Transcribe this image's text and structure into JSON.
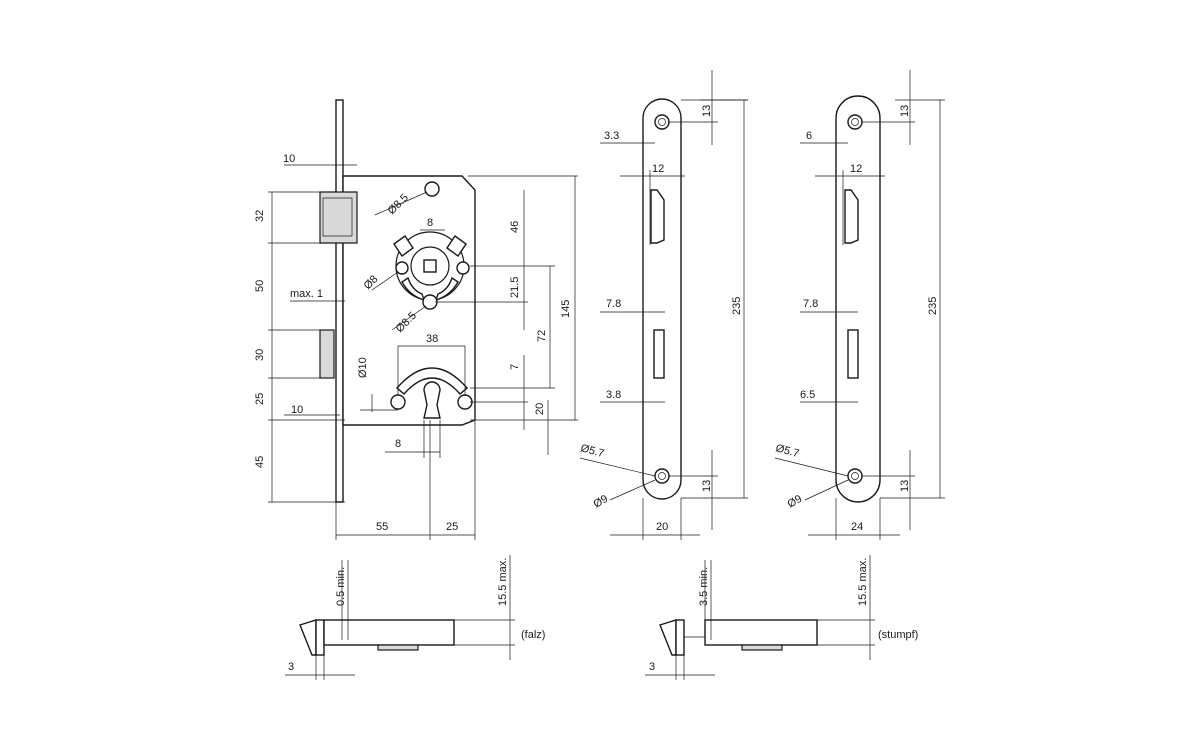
{
  "colors": {
    "stroke": "#1a1a1a",
    "background": "#ffffff",
    "shade": "#d9d9d9"
  },
  "front_view": {
    "dims": {
      "latch_offset": "10",
      "latch_height": "32",
      "upper_gap": "50",
      "deadbolt_height": "30",
      "lower_gap": "25",
      "bolt_offset": "10",
      "bottom_height": "45",
      "backset": "55",
      "case_right": "25",
      "max_gap": "max. 1",
      "top_hole": "Ø8.5",
      "spindle_square": "8",
      "side_holes": "Ø8",
      "bottom_hole": "Ø8.5",
      "spindle_to_top": "46",
      "hole_spacing": "21.5",
      "spindle_to_key": "72",
      "case_height": "145",
      "key_radius": "38",
      "cylinder_hole": "Ø10",
      "key_offset": "7",
      "key_to_bottom": "20",
      "key_width": "8"
    }
  },
  "faceplate_falz": {
    "dims": {
      "top_offset": "13",
      "hole_inset": "3.3",
      "latch_width": "12",
      "bolt_left": "7.8",
      "bolt_lower": "3.8",
      "length": "235",
      "screw_small": "Ø5.7",
      "screw_large": "Ø9",
      "bottom_offset": "13",
      "width": "20"
    }
  },
  "faceplate_stumpf": {
    "dims": {
      "top_offset": "13",
      "hole_inset": "6",
      "latch_width": "12",
      "bolt_left": "7.8",
      "bolt_lower": "6.5",
      "length": "235",
      "screw_small": "Ø5.7",
      "screw_large": "Ø9",
      "bottom_offset": "13",
      "width": "24"
    }
  },
  "side_falz": {
    "dims": {
      "min_gap": "0.5 min.",
      "max_depth": "15.5 max.",
      "offset": "3"
    },
    "label": "(falz)"
  },
  "side_stumpf": {
    "dims": {
      "min_gap": "3.5 min.",
      "max_depth": "15.5 max.",
      "offset": "3"
    },
    "label": "(stumpf)"
  }
}
